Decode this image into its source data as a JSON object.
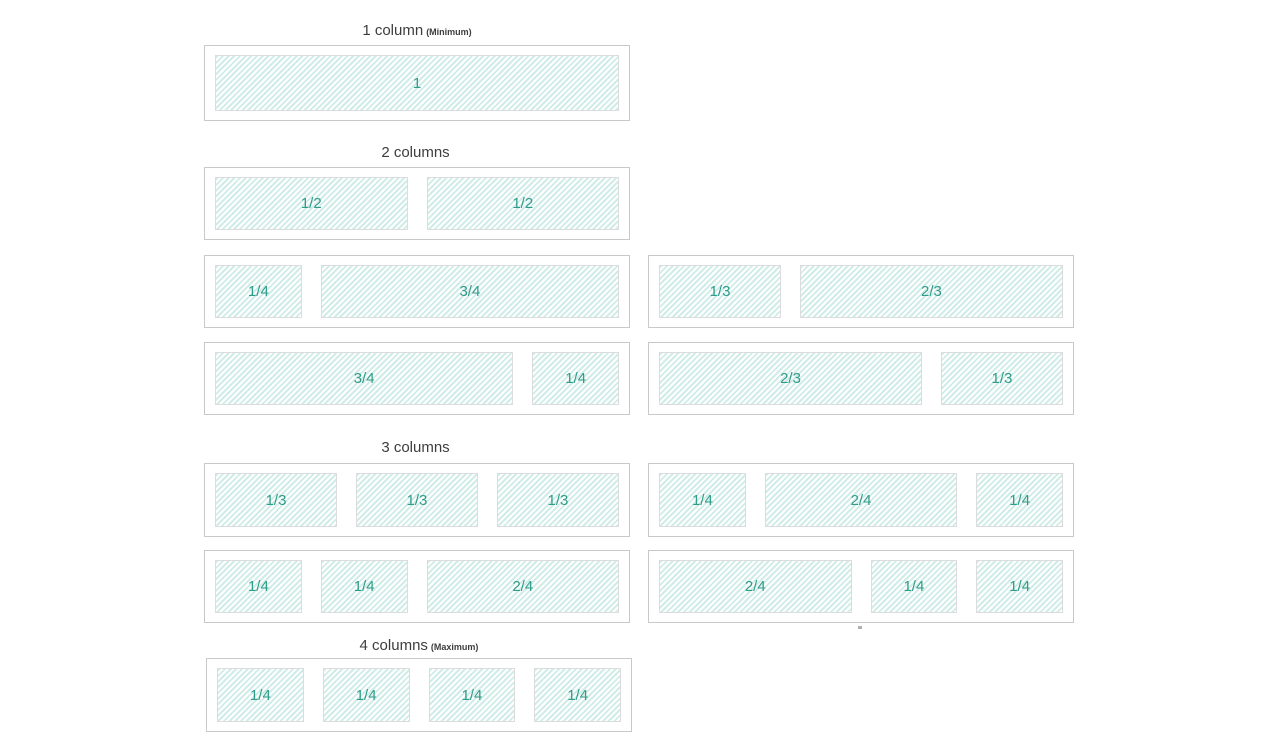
{
  "titles": [
    {
      "text": "1 column",
      "suffix": "(Minimum)"
    },
    {
      "text": "2 columns",
      "suffix": ""
    },
    {
      "text": "3 columns",
      "suffix": ""
    },
    {
      "text": "4 columns",
      "suffix": "(Maximum)"
    }
  ],
  "grids": [
    {
      "cells": [
        {
          "label": "1"
        }
      ]
    },
    {
      "cells": [
        {
          "label": "1/2"
        },
        {
          "label": "1/2"
        }
      ]
    },
    {
      "cells": [
        {
          "label": "1/4"
        },
        {
          "label": "3/4"
        }
      ]
    },
    {
      "cells": [
        {
          "label": "1/3"
        },
        {
          "label": "2/3"
        }
      ]
    },
    {
      "cells": [
        {
          "label": "3/4"
        },
        {
          "label": "1/4"
        }
      ]
    },
    {
      "cells": [
        {
          "label": "2/3"
        },
        {
          "label": "1/3"
        }
      ]
    },
    {
      "cells": [
        {
          "label": "1/3"
        },
        {
          "label": "1/3"
        },
        {
          "label": "1/3"
        }
      ]
    },
    {
      "cells": [
        {
          "label": "1/4"
        },
        {
          "label": "2/4"
        },
        {
          "label": "1/4"
        }
      ]
    },
    {
      "cells": [
        {
          "label": "1/4"
        },
        {
          "label": "1/4"
        },
        {
          "label": "2/4"
        }
      ]
    },
    {
      "cells": [
        {
          "label": "2/4"
        },
        {
          "label": "1/4"
        },
        {
          "label": "1/4"
        }
      ]
    },
    {
      "cells": [
        {
          "label": "1/4"
        },
        {
          "label": "1/4"
        },
        {
          "label": "1/4"
        },
        {
          "label": "1/4"
        }
      ]
    }
  ],
  "colors": {
    "background": "#ffffff",
    "stripe_fill": "#cfece7",
    "fraction_label": "#2e9c8b",
    "section_title": "#3d3d3d",
    "container_border": "#c9c9c9",
    "cell_border": "#dcdcdc"
  }
}
